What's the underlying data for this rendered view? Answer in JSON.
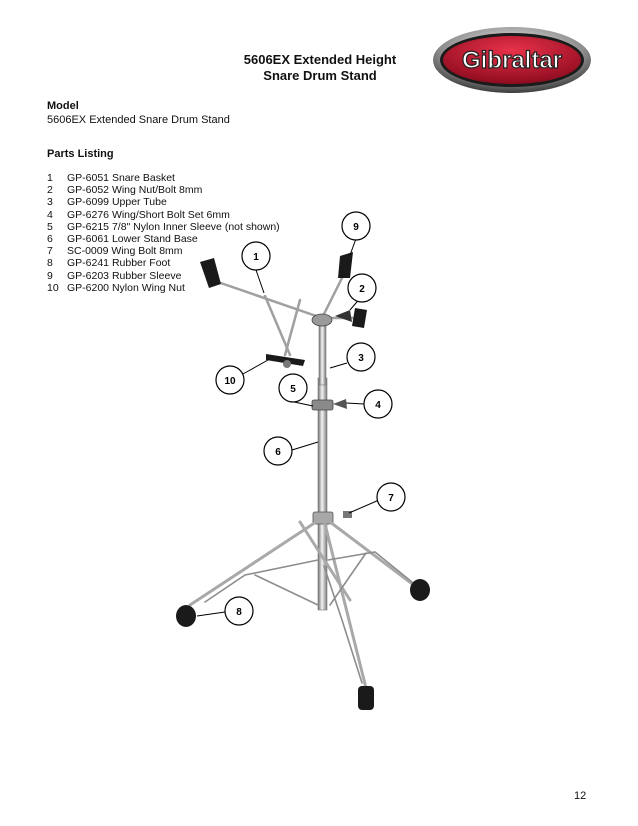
{
  "header": {
    "title_line1": "5606EX Extended Height",
    "title_line2": "Snare Drum Stand",
    "logo_text": "Gibraltar"
  },
  "model": {
    "heading": "Model",
    "value": "5606EX Extended Snare Drum Stand"
  },
  "parts": {
    "heading": "Parts Listing",
    "items": [
      {
        "num": "1",
        "text": "GP-6051 Snare Basket"
      },
      {
        "num": "2",
        "text": "GP-6052 Wing Nut/Bolt 8mm"
      },
      {
        "num": "3",
        "text": "GP-6099 Upper Tube"
      },
      {
        "num": "4",
        "text": "GP-6276 Wing/Short Bolt Set 6mm"
      },
      {
        "num": "5",
        "text": "GP-6215 7/8\" Nylon Inner Sleeve (not shown)"
      },
      {
        "num": "6",
        "text": "GP-6061 Lower Stand Base"
      },
      {
        "num": "7",
        "text": "SC-0009 Wing Bolt 8mm"
      },
      {
        "num": "8",
        "text": "GP-6241 Rubber Foot"
      },
      {
        "num": "9",
        "text": "GP-6203 Rubber Sleeve"
      },
      {
        "num": "10",
        "text": "GP-6200 Nylon Wing Nut"
      }
    ]
  },
  "callouts": [
    "1",
    "2",
    "3",
    "4",
    "5",
    "6",
    "7",
    "8",
    "9",
    "10"
  ],
  "page_number": "12",
  "colors": {
    "logo_red": "#c8102e",
    "logo_rim": "#9a9a9a",
    "chrome": "#b9b9b9",
    "rubber": "#1a1a1a"
  }
}
